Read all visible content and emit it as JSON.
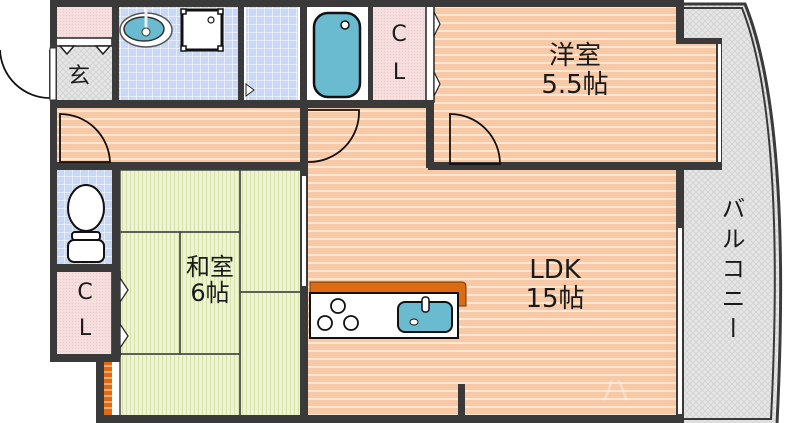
{
  "floorplan": {
    "colors": {
      "wall": "#3a3a3a",
      "flooring": "#f8c9a6",
      "flooring_stripe": "#fde6d2",
      "tatami": "#eef3d6",
      "tatami_stripe": "#dfe8b8",
      "wet_area": "#c9d8f5",
      "wet_grid": "#ffffff",
      "closet": "#f6dede",
      "entrance": "#dcdcdc",
      "balcony": "#e4e4e4",
      "fixture_blue": "#6bbbd0",
      "counter_orange": "#e06a10"
    },
    "rooms": {
      "western_room": {
        "name": "洋室",
        "size": "5.5帖"
      },
      "japanese_room": {
        "name": "和室",
        "size": "6帖"
      },
      "ldk": {
        "name": "LDK",
        "size": "15帖"
      },
      "balcony": {
        "name": "バルコニー"
      },
      "entrance": {
        "name": "玄"
      },
      "closet_top": {
        "line1": "C",
        "line2": "L"
      },
      "closet_left": {
        "line1": "C",
        "line2": "L"
      }
    },
    "watermark": "ハ"
  }
}
